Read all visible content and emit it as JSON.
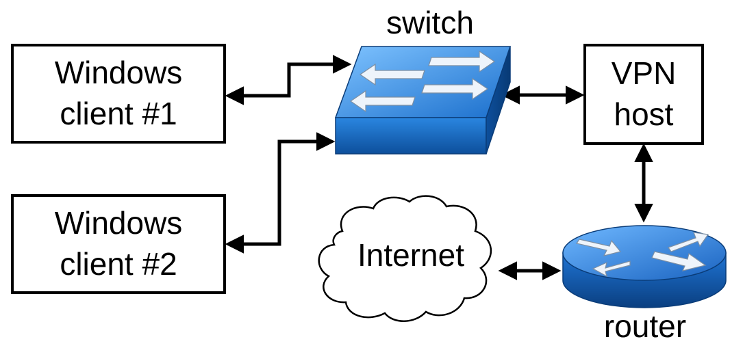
{
  "nodes": {
    "client1": {
      "line1": "Windows",
      "line2": "client #1"
    },
    "client2": {
      "line1": "Windows",
      "line2": "client #2"
    },
    "vpn": {
      "line1": "VPN",
      "line2": "host"
    },
    "switch": {
      "label": "switch"
    },
    "router": {
      "label": "router"
    },
    "internet": {
      "label": "Internet"
    }
  },
  "colors": {
    "device_blue": "#1f78d1",
    "device_dark": "#0b4a8f",
    "line": "#000000"
  },
  "icons": [
    "network-switch-icon",
    "router-icon",
    "cloud-icon"
  ]
}
